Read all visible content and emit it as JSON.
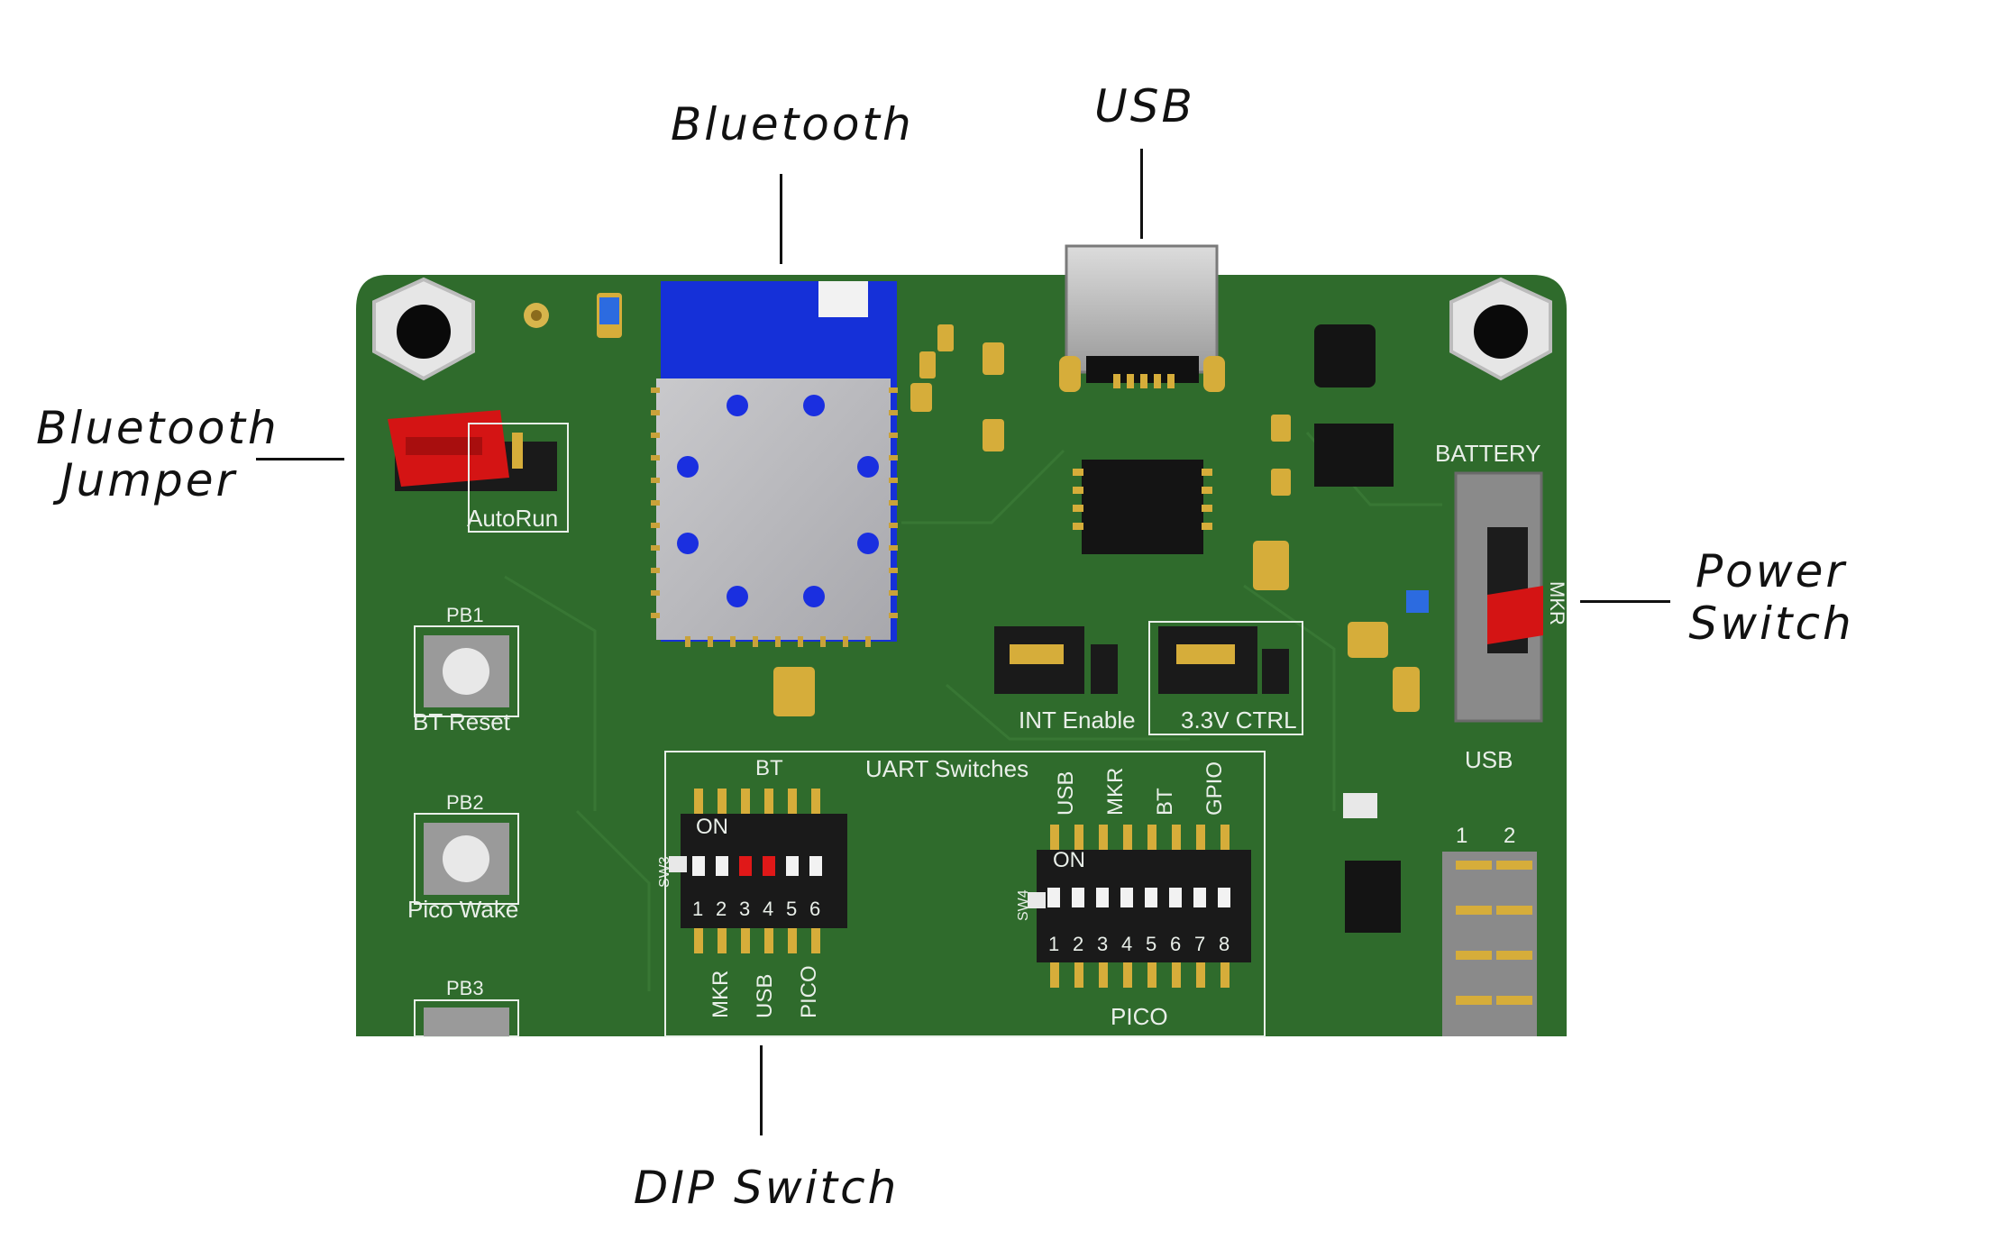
{
  "callouts": {
    "bluetooth": "Bluetooth",
    "usb": "USB",
    "bluetooth_jumper": "Bluetooth\nJumper",
    "power_switch": "Power\nSwitch",
    "dip_switch": "DIP Switch"
  },
  "silkscreen": {
    "autorun": "AutoRun",
    "pb1": "PB1",
    "bt_reset": "BT Reset",
    "pb2": "PB2",
    "pico_wake": "Pico Wake",
    "pb3": "PB3",
    "int_enable": "INT Enable",
    "v33_ctrl": "3.3V CTRL",
    "battery": "BATTERY",
    "mkr_side": "MKR",
    "usb_power": "USB",
    "bt": "BT",
    "uart_switches": "UART Switches",
    "sw3": "SW3",
    "sw3_on": "ON",
    "sw3_numbers": [
      "1",
      "2",
      "3",
      "4",
      "5",
      "6"
    ],
    "sw3_bottom_labels": [
      "MKR",
      "USB",
      "PICO"
    ],
    "sw4": "SW4",
    "sw4_on": "ON",
    "sw4_numbers": [
      "1",
      "2",
      "3",
      "4",
      "5",
      "6",
      "7",
      "8"
    ],
    "sw4_top_labels": [
      "USB",
      "MKR",
      "BT",
      "GPIO"
    ],
    "pico": "PICO",
    "header_pins": [
      "1",
      "2"
    ]
  },
  "colors": {
    "pcb": "#2f6b2c",
    "bluetooth_module": "#1530d8",
    "jumper": "#d41414",
    "switch_on": "#e01818"
  }
}
